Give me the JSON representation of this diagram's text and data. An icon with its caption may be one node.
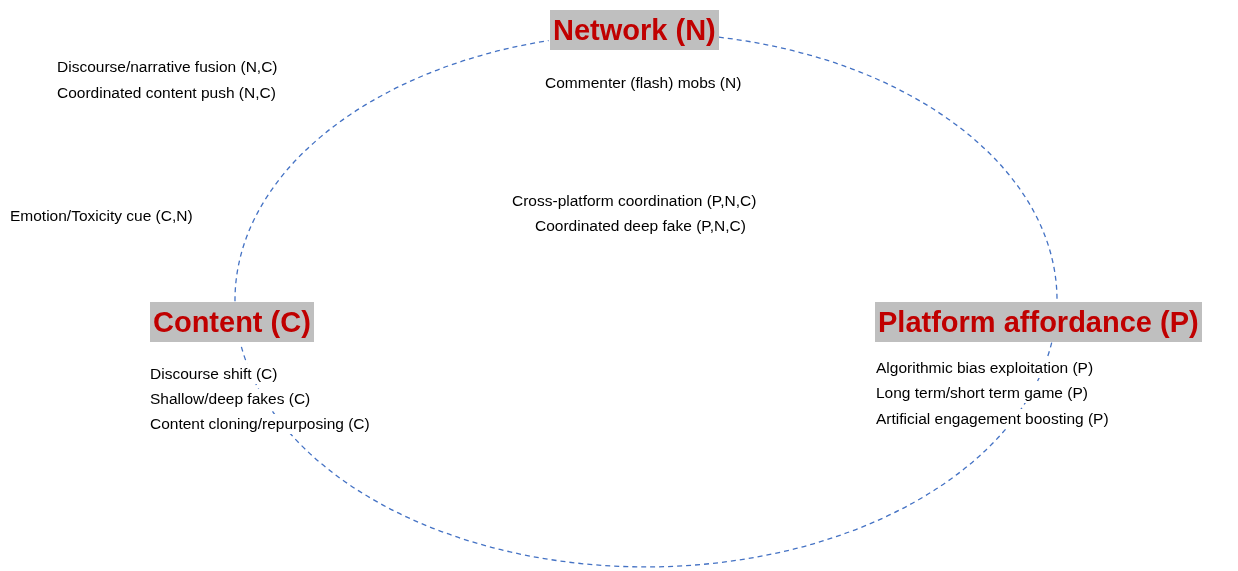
{
  "diagram": {
    "nodes": [
      {
        "text": [
          "Network (N)"
        ]
      },
      {
        "text": [
          "Content (C)"
        ]
      },
      {
        "text": [
          "Platform affordance (P)"
        ]
      }
    ],
    "edges": [
      {
        "from": 1,
        "to": 0,
        "arrow": "none",
        "style": "dashed"
      },
      {
        "from": 0,
        "to": 2,
        "arrow": "none",
        "style": "dashed"
      },
      {
        "from": 2,
        "to": 1,
        "arrow": "none",
        "style": "dashed"
      }
    ],
    "labels": [
      "Discourse/narrative fusion (N,C)",
      "Coordinated content push (N,C)",
      "Commenter (flash) mobs (N)",
      "Emotion/Toxicity cue (C,N)",
      "Cross-platform coordination (P,N,C)",
      "Coordinated deep fake (P,N,C)",
      "Discourse shift (C)",
      "Shallow/deep fakes (C)",
      "Content cloning/repurposing (C)",
      "Algorithmic bias exploitation (P)",
      "Long term/short term game (P)",
      "Artificial engagement boosting (P)"
    ]
  }
}
